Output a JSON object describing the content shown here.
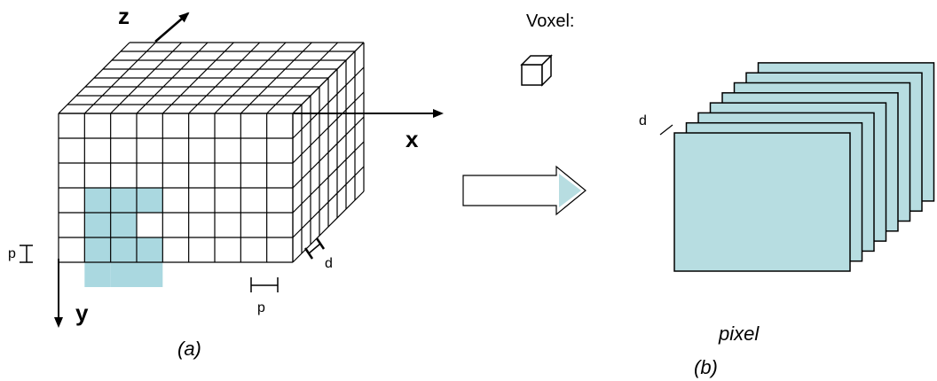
{
  "labels": {
    "axis_z": "z",
    "axis_x": "x",
    "axis_y": "y",
    "pixel_size_left": "p",
    "pixel_size_bottom": "p",
    "slice_spacing_a": "d",
    "slice_spacing_b": "d",
    "voxel_title": "Voxel:",
    "pixel_caption": "pixel",
    "caption_a": "(a)",
    "caption_b": "(b)"
  },
  "colors": {
    "slice_fill": "#b7dde1",
    "highlight_cell": "#aad8e0",
    "line": "#000000"
  }
}
